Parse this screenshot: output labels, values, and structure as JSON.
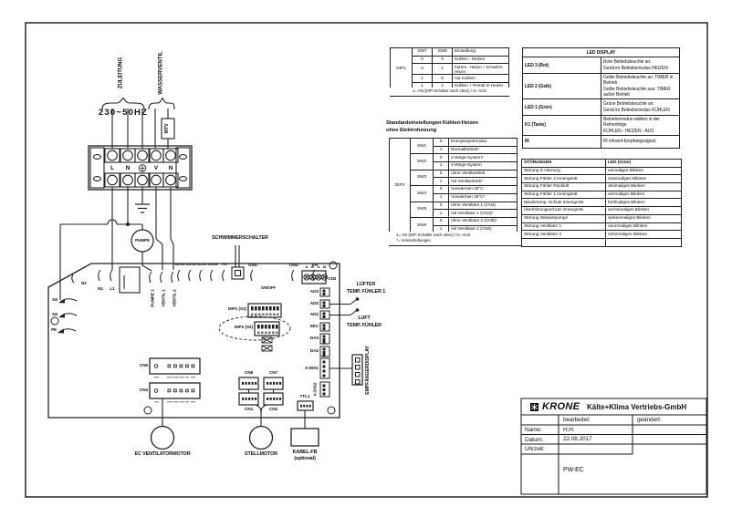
{
  "schematic": {
    "zuleitung": "ZULEITUNG",
    "wasserventil": "WASSERVENTIL",
    "voltage": "230~50HZ",
    "mtv": "MTV",
    "terminal_labels": [
      "L",
      "N",
      "V",
      "N"
    ],
    "pumpe": "PUMPE",
    "schwimmerschalter": "SCHWIMMERSCHALTER",
    "on_off": "ON/OFF",
    "top_pins": [
      "AUX1A",
      "AUX1B",
      "AUX2A",
      "AUX2B",
      "FS1"
    ],
    "gnd": "GND",
    "eh": "EH",
    "cn3_pins": [
      "A",
      "B",
      "A",
      "B"
    ],
    "cn3": "CN3",
    "n2": "N2",
    "n1": "N1",
    "l1": "L1",
    "n3": "N3",
    "n4": "N4",
    "pe": "PE",
    "pumpe1": "PUMPE 1",
    "ventil1": "VENTIL 1",
    "ventil2": "VENTIL 2",
    "ad3": "AD3",
    "ad2": "AD2",
    "ad1": "AD1",
    "sec": "SEC",
    "da3": "DA3",
    "da2": "DA2",
    "xdis1": "X-DIS1",
    "xdis2": "X-DIS2",
    "luefter_line1": "LÜFTER",
    "luefter_line2": "TEMP. FÜHLER 1",
    "luft_line1": "LUFT",
    "luft_line2": "TEMP. FÜHLER",
    "empfaengerdisplay": "EMPFÄNGERDISPLAY",
    "cn5": "CN5",
    "cn4": "CN4",
    "cn6": "CN6",
    "cn7": "CN7",
    "cn1": "CN1",
    "cn2": "CN2",
    "ttl1": "TTL1",
    "ec_motor": "EC VENTILATORMOTOR",
    "stellmotor": "STELLMOTOR",
    "kabel_fb": "KABEL-FB",
    "kabel_fb_optional": "(optional)"
  },
  "dip1_table": {
    "group": "DIP1",
    "headers": [
      "SW7",
      "SW8",
      "Einstellung"
    ],
    "rows": [
      [
        "0",
        "0",
        "Kühlen - Heizen"
      ],
      [
        "0",
        "1",
        "Kühlen - Heizen + Schnell E-Heizer"
      ],
      [
        "1",
        "0",
        "nur Kühlen"
      ],
      [
        "1",
        "1",
        "Kühlen + Primär E-Heizer"
      ]
    ],
    "footer": "1= AN (DIP-Schalter nach oben) / 0= AUS"
  },
  "dip2_table": {
    "title_line1": "Standardeinstellungen Kühlen-Heizen",
    "title_line2": "ohne Elektroheizung",
    "group": "DIP2",
    "rows": [
      {
        "sw": "SW1",
        "opt0_val": "0",
        "opt0": "Energiesparmodus",
        "opt1_val": "1",
        "opt1": "Normalbetrieb*"
      },
      {
        "sw": "SW2",
        "opt0_val": "0",
        "opt0": "2-Wege-System*",
        "opt1_val": "1",
        "opt1": "4-Wege-System"
      },
      {
        "sw": "SW3",
        "opt0_val": "0",
        "opt0": "ohne Ventilantrieb",
        "opt1_val": "1",
        "opt1": "mit Ventilantrieb*"
      },
      {
        "sw": "SW4",
        "opt0_val": "0",
        "opt0": "Vorwärmen 28°C",
        "opt1_val": "1",
        "opt1": "Vorwärmen 36°C*"
      },
      {
        "sw": "SW5",
        "opt0_val": "0",
        "opt0": "ohne Ventilator 1 (CN4)",
        "opt1_val": "1",
        "opt1": "mit Ventilator 1 (CN4)*"
      },
      {
        "sw": "SW6",
        "opt0_val": "0",
        "opt0": "ohne Ventilator 2 (CN5)*",
        "opt1_val": "1",
        "opt1": "mit Ventilator 2 (CN5)"
      }
    ],
    "footer_line1": "1= AN (DIP-Schalter nach oben) / 0= AUS",
    "footer_line2": "*= Voreinstellungen"
  },
  "led_table": {
    "title": "LED DISPLAY",
    "rows": [
      {
        "label": "LED 3 (Rot)",
        "line1": "Rote Betriebsleuchte an:",
        "line2": "Gerät im Betriebsmodus HEIZEN"
      },
      {
        "label": "LED 2 (Gelb)",
        "line1": "Gelbe Betriebsleuchte an: TIMER in Betrieb",
        "line2": "Gelbe Betriebsleuchte aus: TIMER außer Betrieb"
      },
      {
        "label": "LED 1 (Grün)",
        "line1": "Grüne Betriebsleuchte an:",
        "line2": "Gerät im Betriebsmodus KÜHLEN"
      },
      {
        "label": "K1 (Taste)",
        "line1": "Betriebsmodus wählen in der Reihenfolge",
        "line2": "KÜHLEN - HEIZEN - AUS"
      },
      {
        "label": "IR",
        "line1": "IR Infrarot-Empfangssignal.",
        "line2": ""
      }
    ]
  },
  "stoerungen_table": {
    "headers": [
      "STÖRUNGEN",
      "LED (Grün)"
    ],
    "rows": [
      [
        "Störung E-Heizung",
        "einmaliges Blinken"
      ],
      [
        "Störung Fühler 2 Innengerät",
        "zweimaliges Blinken"
      ],
      [
        "Störung Fühler Rückluft",
        "dreimaliges Blinken"
      ],
      [
        "Störung Fühler 1 Innengerät",
        "viermaliges Blinken"
      ],
      [
        "Niedertemp.-Schutz Innengerät",
        "fünfmaliges Blinken"
      ],
      [
        "Überhitzungsschutz Innengerät",
        "sechsmaliges Blinken"
      ],
      [
        "Störung Wasserpumpe",
        "siebenmaliges Blinken"
      ],
      [
        "Störung Ventilator 1",
        "neunmaliges Blinken"
      ],
      [
        "Störung Ventilator 2",
        "zehnmaliges Blinken"
      ],
      [
        "",
        ""
      ]
    ]
  },
  "title_block": {
    "brand": "KRONE",
    "company": "Kälte+Klima Vertriebs-GmbH",
    "col_bearbeitet": "bearbeitet:",
    "col_geaendert": "geändert:",
    "row_name_label": "Name:",
    "row_name_value": "H.H.",
    "row_datum_label": "Datum:",
    "row_datum_value": "22.08.2017",
    "row_uhrzeit_label": "Uhrzeit:",
    "row_uhrzeit_value": "",
    "product": "PW-EC"
  },
  "colors": {
    "line": "#1a1a1a",
    "text": "#111111",
    "paper": "#ffffff"
  }
}
